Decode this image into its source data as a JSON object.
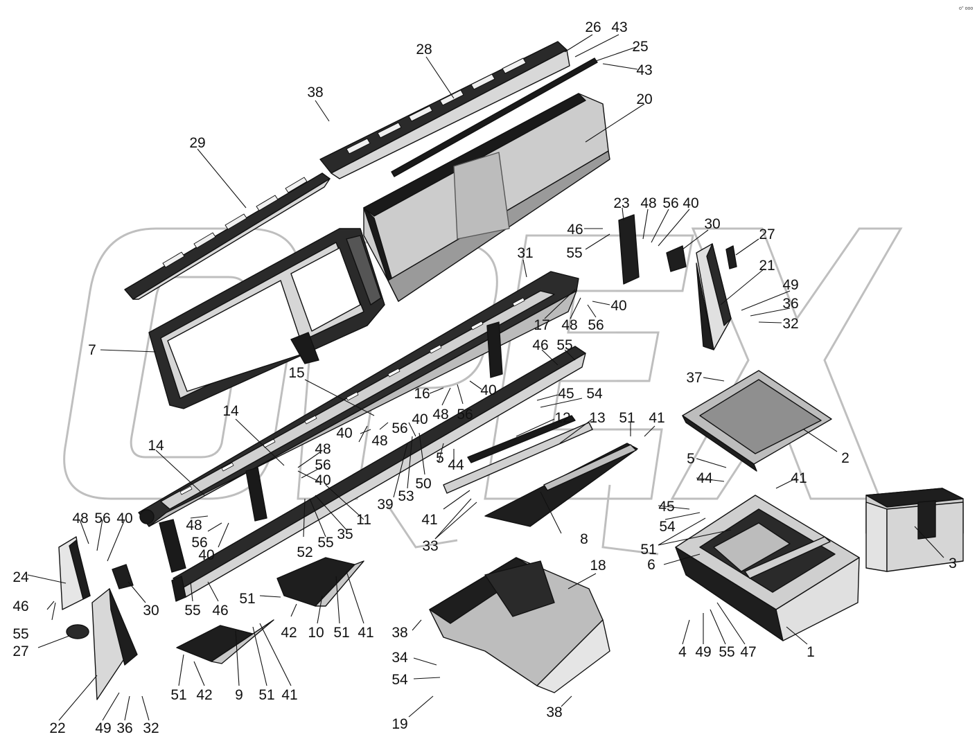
{
  "corner_mark": "о° ооо",
  "watermark": "ОРЕХ",
  "colors": {
    "dark": "#1e1e1e",
    "mid": "#6c6c6c",
    "light": "#c4c4c4",
    "pale": "#e6e6e6",
    "line": "#111111",
    "watermark": "#8a8a8a"
  },
  "callouts": [
    {
      "text": "26"
    },
    {
      "text": "43"
    },
    {
      "text": "25"
    },
    {
      "text": "43"
    },
    {
      "text": "28"
    },
    {
      "text": "38"
    },
    {
      "text": "20"
    },
    {
      "text": "29"
    },
    {
      "text": "23"
    },
    {
      "text": "48"
    },
    {
      "text": "56"
    },
    {
      "text": "40"
    },
    {
      "text": "30"
    },
    {
      "text": "46"
    },
    {
      "text": "27"
    },
    {
      "text": "55"
    },
    {
      "text": "31"
    },
    {
      "text": "21"
    },
    {
      "text": "49"
    },
    {
      "text": "36"
    },
    {
      "text": "32"
    },
    {
      "text": "40"
    },
    {
      "text": "17"
    },
    {
      "text": "48"
    },
    {
      "text": "56"
    },
    {
      "text": "7"
    },
    {
      "text": "46"
    },
    {
      "text": "55"
    },
    {
      "text": "15"
    },
    {
      "text": "37"
    },
    {
      "text": "16"
    },
    {
      "text": "40"
    },
    {
      "text": "45"
    },
    {
      "text": "54"
    },
    {
      "text": "48"
    },
    {
      "text": "56"
    },
    {
      "text": "14"
    },
    {
      "text": "40"
    },
    {
      "text": "51"
    },
    {
      "text": "41"
    },
    {
      "text": "40"
    },
    {
      "text": "48"
    },
    {
      "text": "56"
    },
    {
      "text": "12"
    },
    {
      "text": "13"
    },
    {
      "text": "2"
    },
    {
      "text": "14"
    },
    {
      "text": "48"
    },
    {
      "text": "56"
    },
    {
      "text": "5"
    },
    {
      "text": "40"
    },
    {
      "text": "5"
    },
    {
      "text": "44"
    },
    {
      "text": "50"
    },
    {
      "text": "53"
    },
    {
      "text": "44"
    },
    {
      "text": "39"
    },
    {
      "text": "41"
    },
    {
      "text": "11"
    },
    {
      "text": "45"
    },
    {
      "text": "41"
    },
    {
      "text": "48"
    },
    {
      "text": "56"
    },
    {
      "text": "40"
    },
    {
      "text": "48"
    },
    {
      "text": "56"
    },
    {
      "text": "40"
    },
    {
      "text": "52"
    },
    {
      "text": "55"
    },
    {
      "text": "35"
    },
    {
      "text": "54"
    },
    {
      "text": "8"
    },
    {
      "text": "51"
    },
    {
      "text": "33"
    },
    {
      "text": "6"
    },
    {
      "text": "3"
    },
    {
      "text": "24"
    },
    {
      "text": "30"
    },
    {
      "text": "55"
    },
    {
      "text": "46"
    },
    {
      "text": "18"
    },
    {
      "text": "46"
    },
    {
      "text": "51"
    },
    {
      "text": "55"
    },
    {
      "text": "42"
    },
    {
      "text": "10"
    },
    {
      "text": "51"
    },
    {
      "text": "41"
    },
    {
      "text": "38"
    },
    {
      "text": "27"
    },
    {
      "text": "4"
    },
    {
      "text": "49"
    },
    {
      "text": "55"
    },
    {
      "text": "47"
    },
    {
      "text": "1"
    },
    {
      "text": "34"
    },
    {
      "text": "54"
    },
    {
      "text": "51"
    },
    {
      "text": "42"
    },
    {
      "text": "9"
    },
    {
      "text": "51"
    },
    {
      "text": "41"
    },
    {
      "text": "22"
    },
    {
      "text": "49"
    },
    {
      "text": "36"
    },
    {
      "text": "32"
    },
    {
      "text": "19"
    },
    {
      "text": "38"
    }
  ]
}
